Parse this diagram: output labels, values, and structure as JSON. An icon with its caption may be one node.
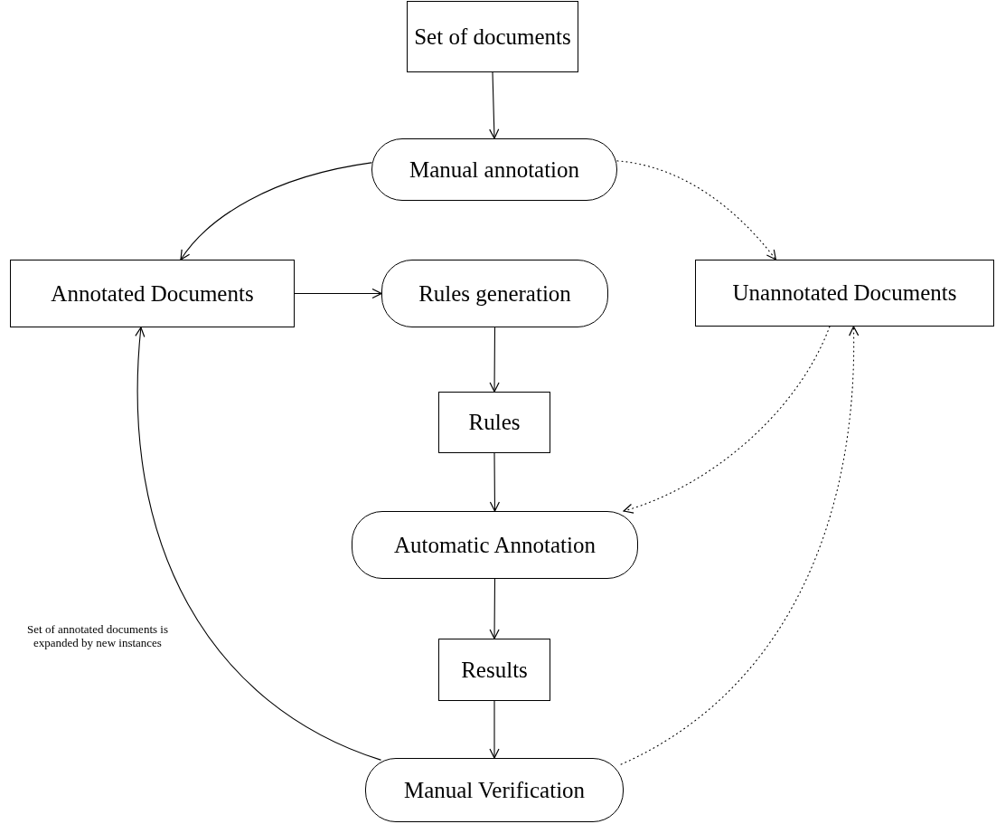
{
  "diagram": {
    "nodes": [
      {
        "text": [
          "Set of documents"
        ]
      },
      {
        "text": [
          "Manual annotation"
        ]
      },
      {
        "text": [
          "Annotated Documents"
        ]
      },
      {
        "text": [
          "Rules generation"
        ]
      },
      {
        "text": [
          "Unannotated Documents"
        ]
      },
      {
        "text": [
          "Rules"
        ]
      },
      {
        "text": [
          "Automatic Annotation"
        ]
      },
      {
        "text": [
          "Results"
        ]
      },
      {
        "text": [
          "Manual Verification"
        ]
      }
    ],
    "edges": [
      {
        "from": 0,
        "to": 1,
        "arrow": "to"
      },
      {
        "from": 1,
        "to": 2,
        "arrow": "to"
      },
      {
        "from": 1,
        "to": 4,
        "arrow": "to",
        "style": "dashed"
      },
      {
        "from": 2,
        "to": 3,
        "arrow": "to"
      },
      {
        "from": 3,
        "to": 5,
        "arrow": "to"
      },
      {
        "from": 5,
        "to": 6,
        "arrow": "to"
      },
      {
        "from": 4,
        "to": 6,
        "arrow": "to",
        "style": "dashed"
      },
      {
        "from": 6,
        "to": 7,
        "arrow": "to"
      },
      {
        "from": 7,
        "to": 8,
        "arrow": "to"
      },
      {
        "from": 8,
        "to": 2,
        "arrow": "to",
        "label": "Set of annotated documents is expanded by new instances"
      },
      {
        "from": 8,
        "to": 4,
        "arrow": "to",
        "style": "dashed"
      }
    ]
  }
}
